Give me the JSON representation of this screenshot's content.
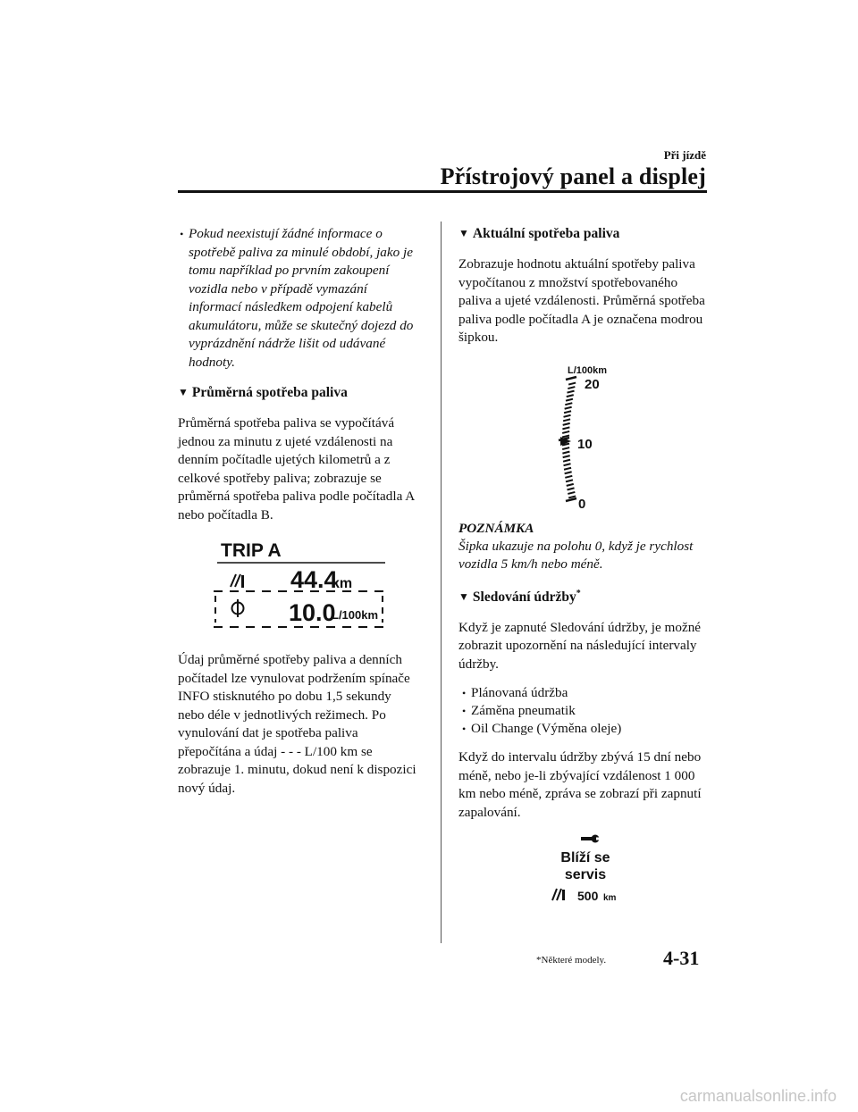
{
  "header": {
    "section": "Při jízdě",
    "title": "Přístrojový panel a displej"
  },
  "left": {
    "note_bullet": "Pokud neexistují žádné informace o spotřebě paliva za minulé období, jako je tomu například po prvním zakoupení vozidla nebo v případě vymazání informací následkem odpojení kabelů akumulátoru, může se skutečný dojezd do vyprázdnění nádrže lišit od udávané hodnoty.",
    "heading_avg": "Průměrná spotřeba paliva",
    "avg_text": "Průměrná spotřeba paliva se vypočítává jednou za minutu z ujeté vzdálenosti na denním počítadle ujetých kilometrů a z celkové spotřeby paliva; zobrazuje se průměrná spotřeba paliva podle počítadla A nebo počítadla B.",
    "trip_display": {
      "label": "TRIP A",
      "distance_value": "44.4",
      "distance_unit": "km",
      "consumption_value": "10.0",
      "consumption_unit": "L/100km",
      "fuel_icon": "fuel-pump-icon",
      "consumption_icon": "average-symbol-icon"
    },
    "reset_text": "Údaj průměrné spotřeby paliva a denních počítadel lze vynulovat podržením spínače INFO stisknutého po dobu 1,5 sekundy nebo déle v jednotlivých režimech. Po vynulování dat je spotřeba paliva přepočítána a údaj - - - L/100 km se zobrazuje 1. minutu, dokud není k dispozici nový údaj."
  },
  "right": {
    "heading_current": "Aktuální spotřeba paliva",
    "current_text": "Zobrazuje hodnotu aktuální spotřeby paliva vypočítanou z množství spotřebovaného paliva a ujeté vzdálenosti. Průměrná spotřeba paliva podle počítadla A je označena modrou šipkou.",
    "gauge": {
      "unit": "L/100km",
      "label_high": "20",
      "label_mid": "10",
      "label_low": "0"
    },
    "note_title": "POZNÁMKA",
    "note_text": "Šipka ukazuje na polohu 0, když je rychlost vozidla 5 km/h nebo méně.",
    "heading_service": "Sledování údržby",
    "heading_service_mark": "*",
    "service_text": "Když je zapnuté Sledování údržby, je možné zobrazit upozornění na následující intervaly údržby.",
    "service_items": [
      "Plánovaná údržba",
      "Záměna pneumatik",
      "Oil Change (Výměna oleje)"
    ],
    "interval_text": "Když do intervalu údržby zbývá 15 dní nebo méně, nebo je-li zbývající vzdálenost 1 000 km nebo méně, zpráva se zobrazí při zapnutí zapalování.",
    "service_display": {
      "line1": "Blíží se",
      "line2": "servis",
      "distance_value": "500",
      "distance_unit": "km",
      "icon": "wrench-icon"
    }
  },
  "footer": {
    "footnote": "*Některé modely.",
    "page_number": "4-31",
    "watermark": "carmanualsonline.info"
  }
}
